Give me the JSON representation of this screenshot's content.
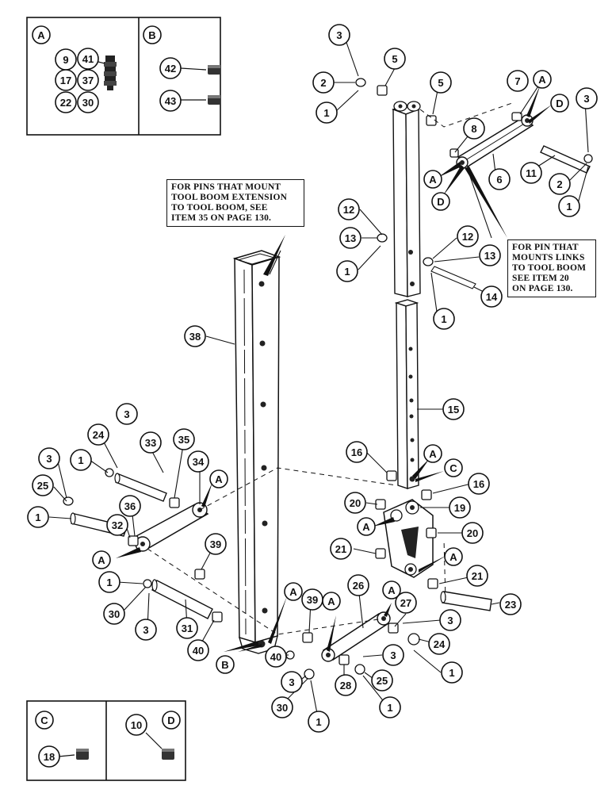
{
  "callouts": {
    "note_tool_boom_extension": [
      "FOR PINS THAT MOUNT",
      "TOOL BOOM EXTENSION",
      "TO TOOL BOOM, SEE",
      "ITEM 35 ON PAGE 130."
    ],
    "note_links": [
      "FOR PIN THAT",
      "MOUNTS LINKS",
      "TO TOOL BOOM",
      "SEE ITEM 20",
      "ON PAGE 130."
    ]
  },
  "detail_panels": {
    "A": {
      "letter": "A",
      "numbers": [
        "9",
        "41",
        "17",
        "37",
        "22",
        "30"
      ]
    },
    "B": {
      "letter": "B",
      "numbers": [
        "42",
        "43"
      ]
    },
    "C": {
      "letter": "C",
      "numbers": [
        "18"
      ]
    },
    "D": {
      "letter": "D",
      "numbers": [
        "10"
      ]
    }
  },
  "reference_letters": [
    "A",
    "B",
    "C",
    "D"
  ],
  "part_numbers": [
    "1",
    "2",
    "3",
    "5",
    "6",
    "7",
    "8",
    "11",
    "12",
    "13",
    "14",
    "15",
    "16",
    "19",
    "20",
    "21",
    "23",
    "24",
    "25",
    "26",
    "27",
    "28",
    "30",
    "31",
    "32",
    "33",
    "34",
    "35",
    "36",
    "38",
    "39",
    "40"
  ]
}
